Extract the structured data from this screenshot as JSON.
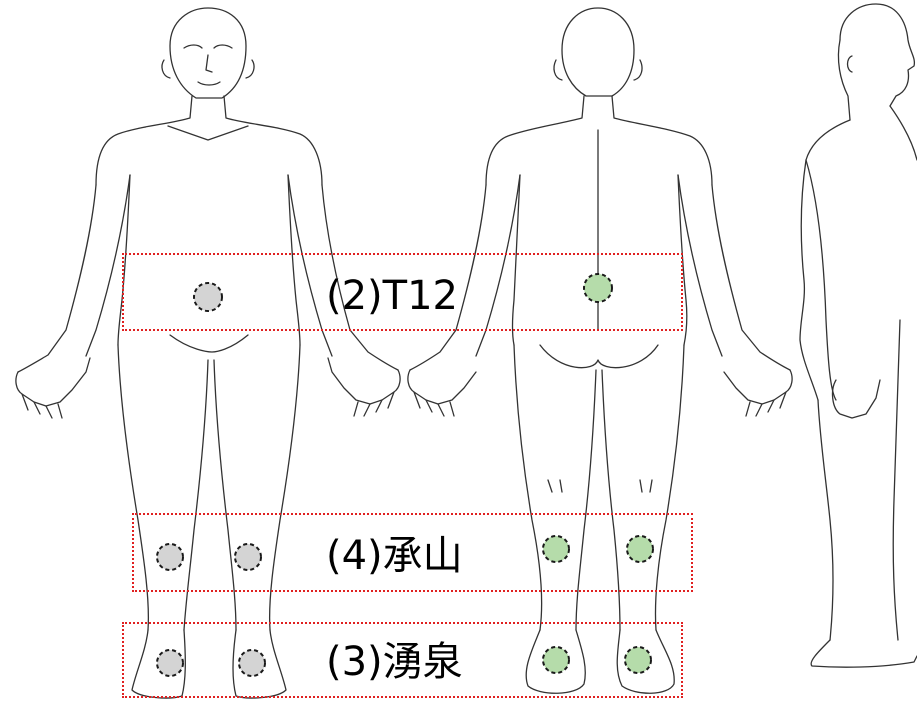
{
  "zones": {
    "t12": {
      "label": "(2)T12"
    },
    "chengshan": {
      "label": "(4)承山"
    },
    "yongquan": {
      "label": "(3)湧泉"
    }
  },
  "colors": {
    "front_point": "#d4d4d4",
    "back_point": "#b5dcaa",
    "point_border": "#1a1a1a",
    "box_border": "#e02020",
    "outline": "#333333"
  },
  "icons": {
    "front": "front-body-figure",
    "back": "back-body-figure",
    "side": "side-body-figure"
  }
}
